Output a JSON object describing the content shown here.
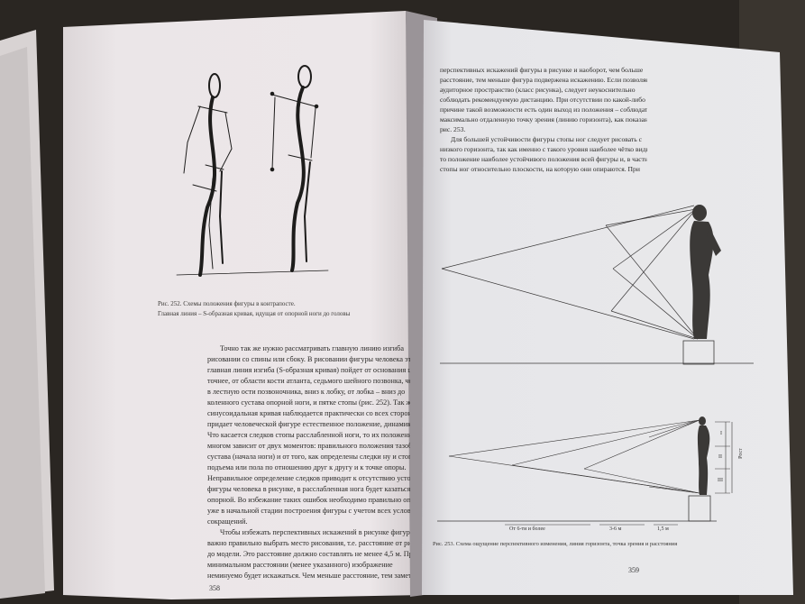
{
  "book": {
    "left_page": {
      "figure_caption_line1": "Рис. 252. Схемы положения фигуры в контрапосте.",
      "figure_caption_line2": "Главная линия – S-образная кривая, идущая от опорной ноги до головы",
      "body_lines": [
        "Точно так же нужно рассматривать главную линию изгиба",
        "рисовании со спины или сбоку. В рисовании фигуры человека эта",
        "главная линия изгиба (S-образная кривая) пойдет от основания шеи,",
        "точнее, от области кости атланта, седьмого шейного позвонка, через",
        "в лестную ости позвоночника, вниз к лобку, от лобка – вниз до",
        "коленного сустава опорной ноги, и пятке стопы (рис. 252). Так же",
        "синусоидальная кривая наблюдается практически со всех сторон и",
        "придает человеческой фигуре естественное положение, динамику и пластику.",
        "Что касается следков стопы расслабленной ноги, то их положение",
        "многом зависит от двух моментов: правильного положения тазобедренного",
        "сустава (начала ноги) и от того, как определены следки ну и стопы",
        "подъема или пола по отношению друг к другу и к точке опоры.",
        "Неправильное определение следков приводит к отсутствию устойчивости",
        "фигуры человека в рисунке, в расслабленная нога будет казаться",
        "опорной. Во избежание таких ошибок необходимо правильно определить",
        "уже в начальной стадии построения фигуры с учетом всех условий",
        "сокращений.",
        "Чтобы избежать перспективных искажений в рисунке фигуры человека,",
        "важно правильно выбрать место рисования, т.е. расстояние от рисующего",
        "до модели. Это расстояние должно составлять не менее 4,5 м. При",
        "минимальном расстоянии (менее указанного) изображение",
        "неминуемо будет искажаться. Чем меньше расстояние, тем заметнее"
      ],
      "page_number": "358"
    },
    "right_page": {
      "body_lines": [
        "перспективных искажений фигуры в рисунке и наоборот, чем больше",
        "расстояние, тем меньше фигура подвержена искажению. Если позволяет",
        "аудиторное пространство (класс рисунка), следует неукоснительно",
        "соблюдать рекомендуемую дистанцию. При отсутствии по какой-либо",
        "причине такой возможности есть один выход из положения – соблюдать",
        "максимально отдаленную точку зрения (линию горизонта), как показано на",
        "рис. 253.",
        "Для большей устойчивости фигуры стопы ног следует рисовать с",
        "низкого горизонта, так как именно с такого уровня наиболее чётко видно",
        "то положение наиболее устойчивого положения всей фигуры и, в частности,",
        "стопы ног относительно плоскости, на которую они опираются. При"
      ],
      "diagram_labels": {
        "row_i": "I",
        "row_ii": "II",
        "row_iii": "III",
        "side_label": "Рост",
        "distance_far": "От 6-ти и более",
        "distance_mid": "3-6 м",
        "distance_near": "1,5 м"
      },
      "figure_caption": "Рис. 253. Схема ощущение перспективного изменения, линия горизонта, точка зрения и расстояния",
      "page_number": "359"
    }
  },
  "colors": {
    "background": "#2a2622",
    "left_paper": "#ebe6e8",
    "right_paper": "#e8e8ea",
    "ink": "#2b2a28"
  }
}
